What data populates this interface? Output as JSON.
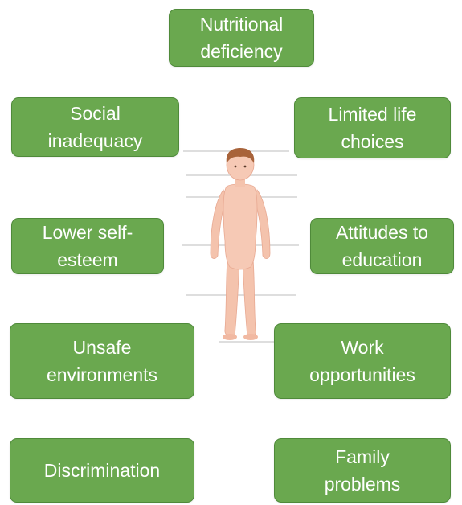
{
  "colors": {
    "box_fill": "#6aa84f",
    "box_border": "#4f8a3a",
    "box_text": "#ffffff",
    "skin": "#f6c9b5",
    "hair": "#a8633a",
    "guide_line": "#c9c9c9"
  },
  "boxes": {
    "nutritional_deficiency": [
      "Nutritional",
      "deficiency"
    ],
    "social_inadequacy": [
      "Social",
      "inadequacy"
    ],
    "limited_life_choices": [
      "Limited life",
      "choices"
    ],
    "lower_self_esteem": [
      "Lower self-",
      "esteem"
    ],
    "attitudes_to_education": [
      "Attitudes to",
      "education"
    ],
    "unsafe_environments": [
      "Unsafe",
      "environments"
    ],
    "work_opportunities": [
      "Work",
      "opportunities"
    ],
    "discrimination": [
      "Discrimination"
    ],
    "family_problems": [
      "Family",
      "problems"
    ]
  }
}
